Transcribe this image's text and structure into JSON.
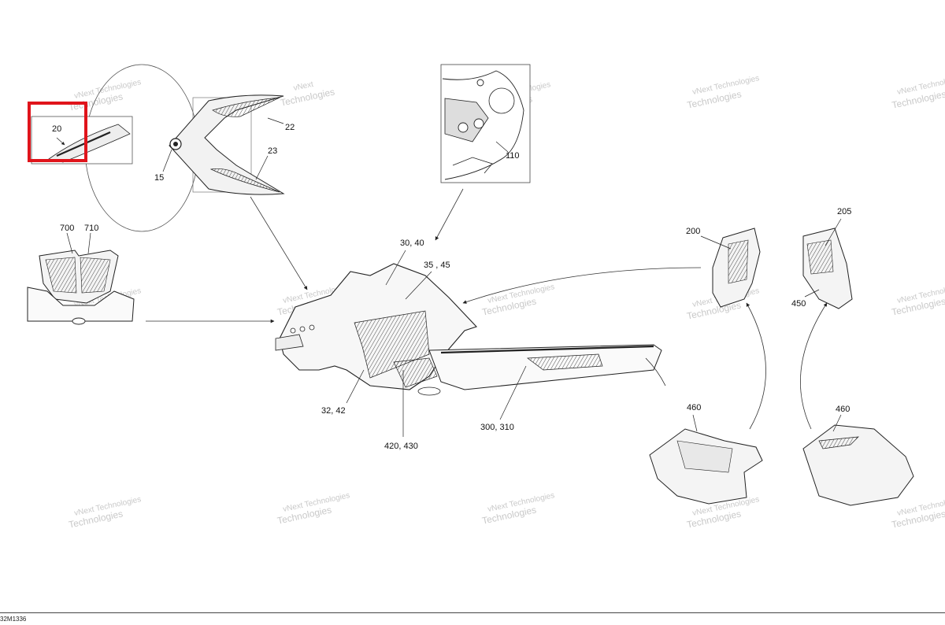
{
  "diagram": {
    "callouts": {
      "c20": "20",
      "c22": "22",
      "c23": "23",
      "c15": "15",
      "c110": "110",
      "c700": "700",
      "c710": "710",
      "c30_40": "30, 40",
      "c35_45": "35 , 45",
      "c32_42": "32, 42",
      "c420_430": "420, 430",
      "c300_310": "300, 310",
      "c200": "200",
      "c205": "205",
      "c450": "450",
      "c460a": "460",
      "c460b": "460"
    },
    "watermark": {
      "line1": "vNext Technologies",
      "line2": "Technologies",
      "line2b": "vNext"
    },
    "highlight_color": "#e0141b",
    "footer_code": "32M1336"
  }
}
